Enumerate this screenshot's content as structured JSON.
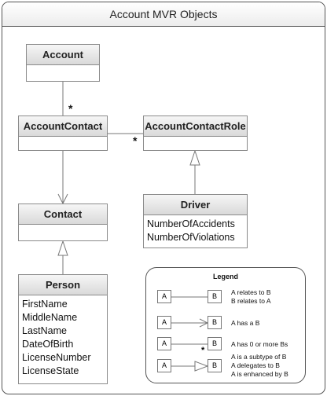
{
  "title": "Account MVR Objects",
  "classes": {
    "account": {
      "name": "Account"
    },
    "account_contact": {
      "name": "AccountContact"
    },
    "account_contact_role": {
      "name": "AccountContactRole"
    },
    "driver": {
      "name": "Driver",
      "attributes": [
        "NumberOfAccidents",
        "NumberOfViolations"
      ]
    },
    "contact": {
      "name": "Contact"
    },
    "person": {
      "name": "Person",
      "attributes": [
        "FirstName",
        "MiddleName",
        "LastName",
        "DateOfBirth",
        "LicenseNumber",
        "LicenseState"
      ]
    }
  },
  "multiplicities": {
    "account_to_account_contact": "*",
    "account_contact_to_role": "*"
  },
  "legend": {
    "title": "Legend",
    "box_a": "A",
    "box_b": "B",
    "rows": [
      {
        "lines": [
          "A relates to B",
          "B relates to A"
        ]
      },
      {
        "lines": [
          "A has a B"
        ]
      },
      {
        "lines": [
          "A has 0 or more Bs"
        ],
        "mult": "*"
      },
      {
        "lines": [
          "A is a subtype of B",
          "A delegates to B",
          "A is enhanced by B"
        ]
      }
    ]
  }
}
